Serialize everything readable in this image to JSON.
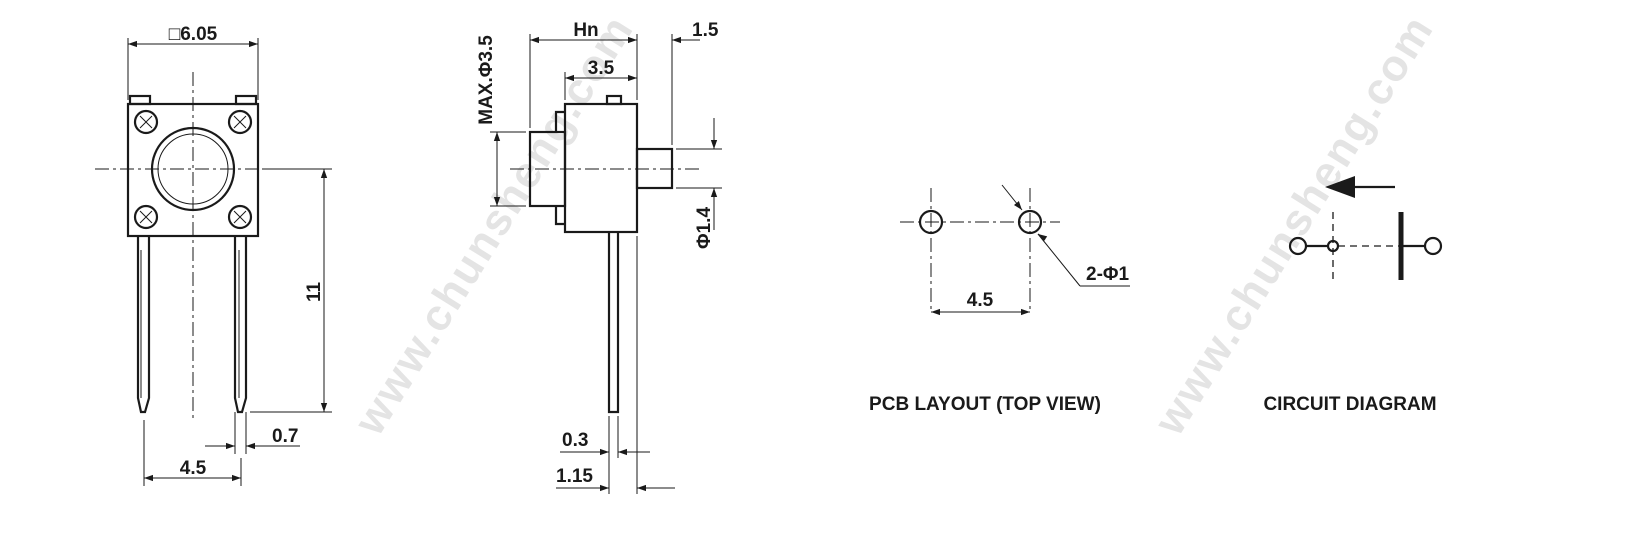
{
  "watermark": {
    "text_1": "www.chunsheng.com",
    "text_2": "www.chunsheng.com"
  },
  "front_view": {
    "width_dim": "□6.05",
    "height_dim": "11",
    "pitch_dim": "4.5",
    "pin_dim": "0.7"
  },
  "side_view": {
    "hn_dim": "Hn",
    "tail_dim": "1.5",
    "body_dim": "3.5",
    "max_dim": "MAX.Φ3.5",
    "stem_dim": "Φ1.4",
    "pin_thickness_dim": "0.3",
    "pin_offset_dim": "1.15"
  },
  "pcb_layout": {
    "hole_dim": "2-Φ1",
    "pitch_dim": "4.5",
    "caption": "PCB LAYOUT (TOP VIEW)"
  },
  "circuit": {
    "caption": "CIRCUIT DIAGRAM"
  }
}
